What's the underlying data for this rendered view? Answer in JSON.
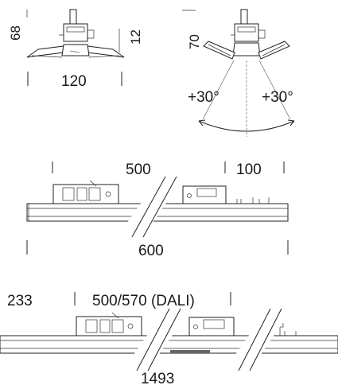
{
  "cross_section_left": {
    "height": "68",
    "base_height": "12",
    "width": "120"
  },
  "cross_section_right": {
    "height": "70",
    "tilt_left": "+30°",
    "tilt_right": "+30°"
  },
  "side_view_600": {
    "driver_span": "500",
    "end_span": "100",
    "total_length": "600"
  },
  "side_view_1493": {
    "end_span": "233",
    "driver_span": "500/570 (DALI)",
    "total_length": "1493"
  }
}
